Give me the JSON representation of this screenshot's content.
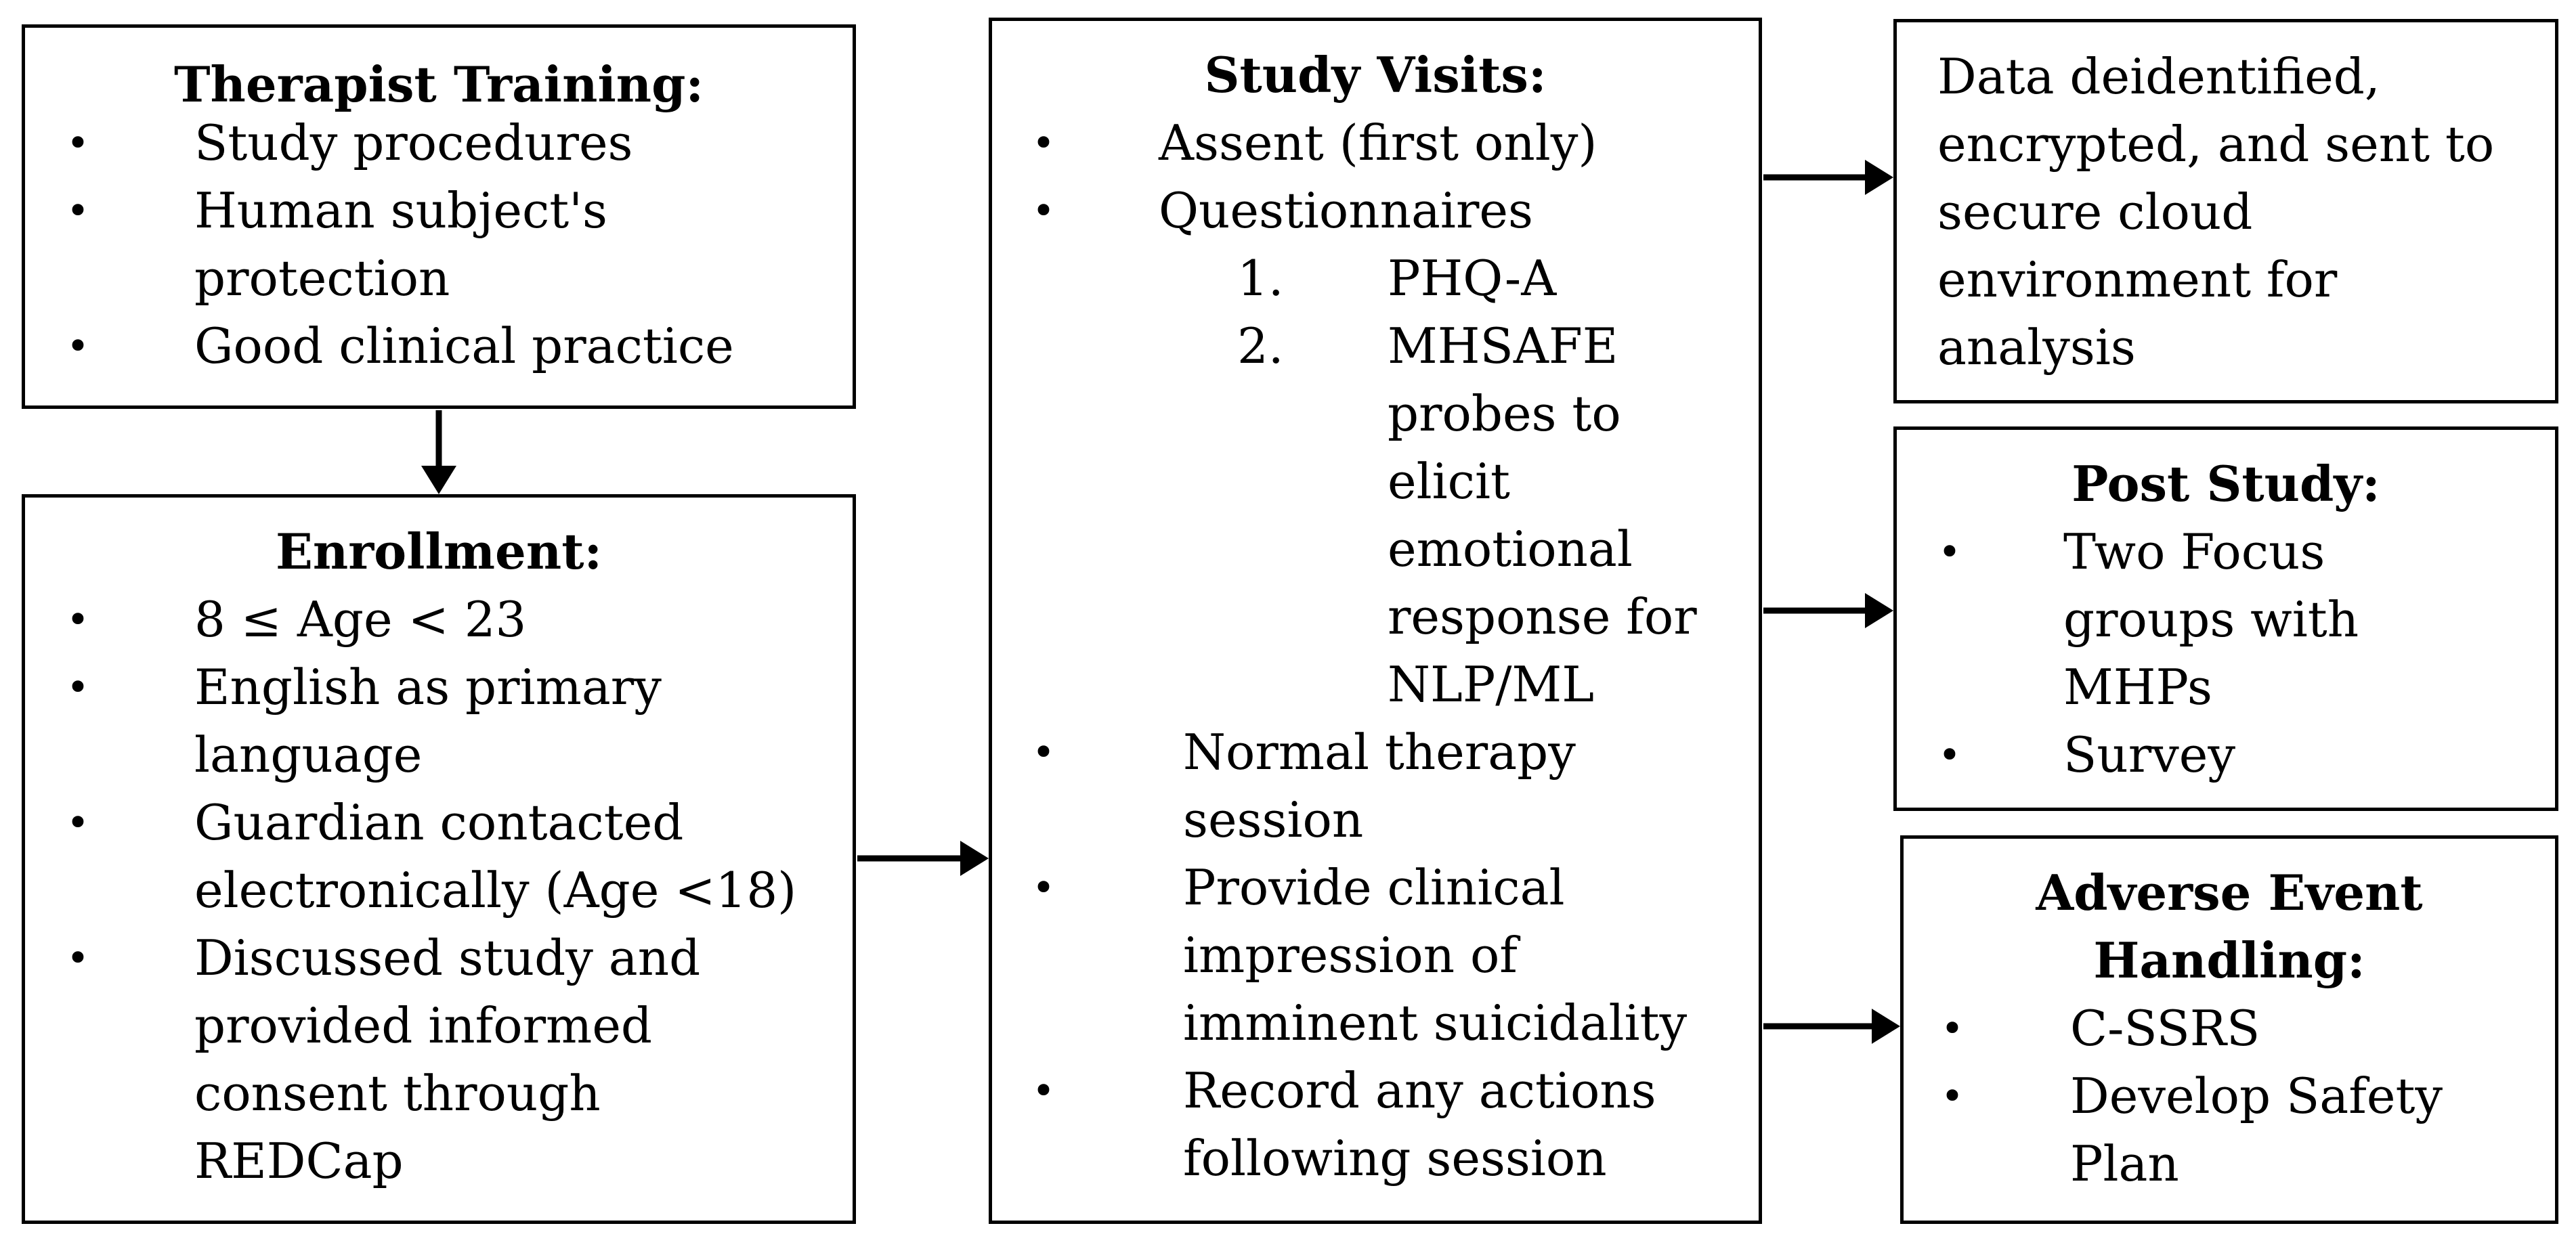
{
  "training": {
    "title": "Therapist Training:",
    "line1": "Study procedures",
    "line2a": "Human subject's",
    "line2b": "protection",
    "line3": "Good clinical practice"
  },
  "enrollment": {
    "title": "Enrollment:",
    "line1": "8 ≤ Age < 23",
    "line2a": "English as primary",
    "line2b": "language",
    "line3a": "Guardian contacted",
    "line3b": "electronically (Age <18)",
    "line4a": "Discussed study and",
    "line4b": "provided informed",
    "line4c": "consent through",
    "line4d": "REDCap"
  },
  "visits": {
    "title": "Study Visits:",
    "assent": "Assent (first only)",
    "questionnaires": "Questionnaires",
    "q1_num": "1.",
    "q1": "PHQ-A",
    "q2_num": "2.",
    "q2a": "MHSAFE",
    "q2b": "probes to",
    "q2c": "elicit",
    "q2d": "emotional",
    "q2e": "response for",
    "q2f": "NLP/ML",
    "therapy_a": "Normal therapy",
    "therapy_b": "session",
    "clinical_a": "Provide clinical",
    "clinical_b": "impression of",
    "clinical_c": "imminent suicidality",
    "record_a": "Record any actions",
    "record_b": "following session"
  },
  "data": {
    "line1": "Data deidentified,",
    "line2": "encrypted, and sent to",
    "line3": "secure cloud",
    "line4": "environment for",
    "line5": "analysis"
  },
  "post": {
    "title": "Post Study:",
    "line1a": "Two Focus",
    "line1b": "groups with",
    "line1c": "MHPs",
    "line2": "Survey"
  },
  "adverse": {
    "title_a": "Adverse Event",
    "title_b": "Handling:",
    "line1": "C-SSRS",
    "line2a": "Develop Safety",
    "line2b": "Plan"
  },
  "bullet_glyph": "•"
}
